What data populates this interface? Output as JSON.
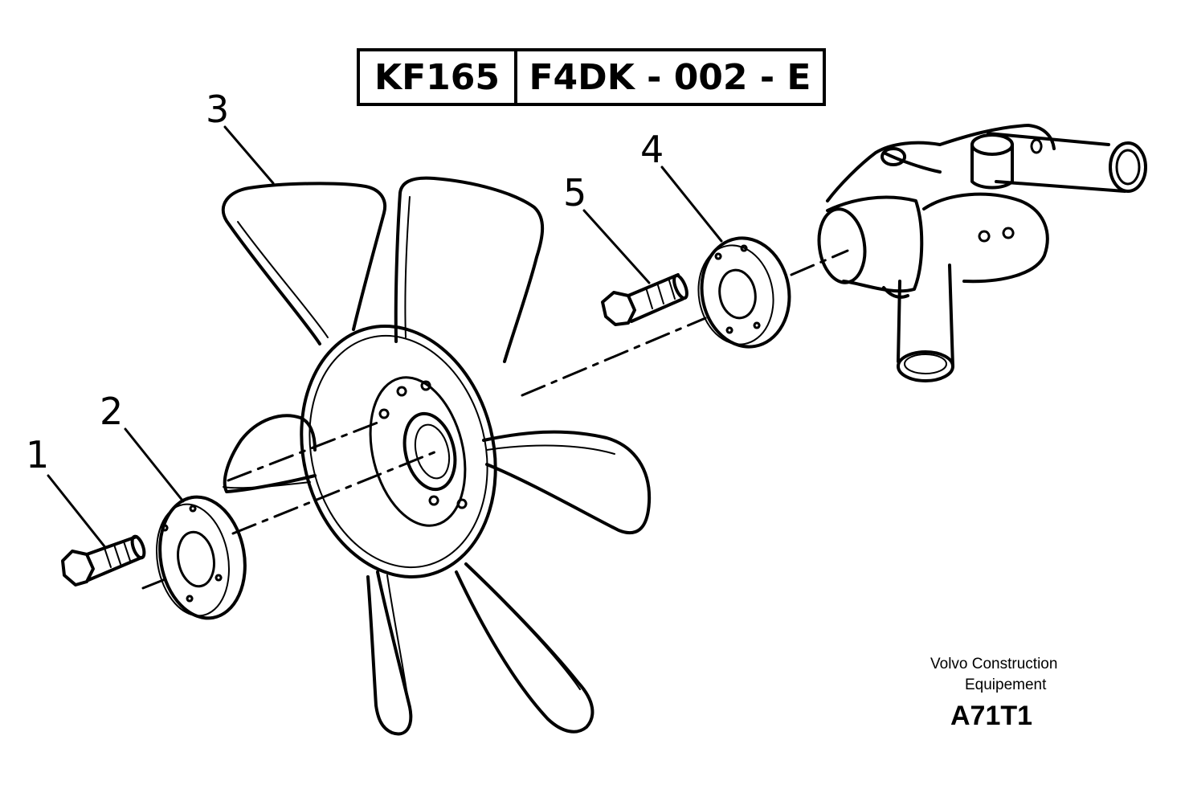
{
  "title_block": {
    "model": "KF165",
    "group_code": "F4DK - 002 - E"
  },
  "callouts": [
    "1",
    "2",
    "3",
    "4",
    "5"
  ],
  "footer": {
    "company_line1": "Volvo Construction",
    "company_line2": "Equipement",
    "drawing_id": "A71T1"
  },
  "colors": {
    "ink": "#000000",
    "paper": "#ffffff"
  }
}
